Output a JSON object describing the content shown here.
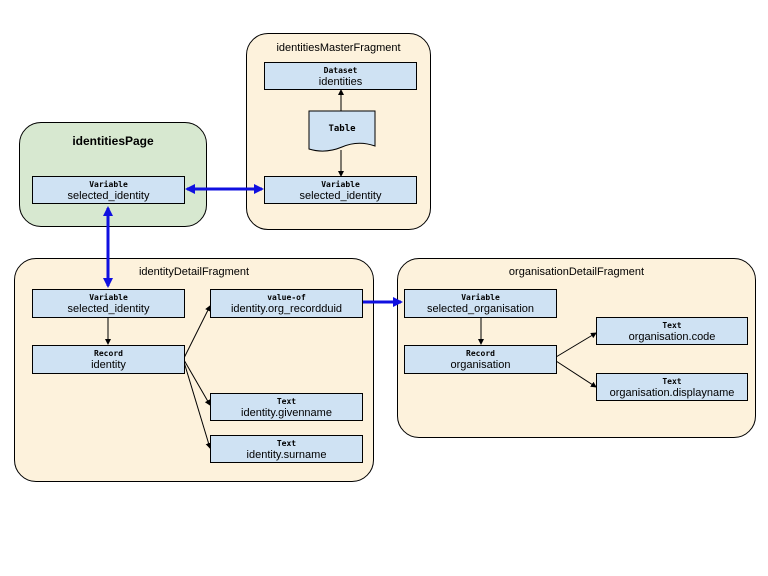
{
  "panels": {
    "master": "identitiesMasterFragment",
    "page": "identitiesPage",
    "detail": "identityDetailFragment",
    "org": "organisationDetailFragment"
  },
  "nodes": {
    "dataset": {
      "kind": "Dataset",
      "value": "identities"
    },
    "table": {
      "kind": "Table"
    },
    "master_var": {
      "kind": "Variable",
      "value": "selected_identity"
    },
    "page_var": {
      "kind": "Variable",
      "value": "selected_identity"
    },
    "detail_var": {
      "kind": "Variable",
      "value": "selected_identity"
    },
    "value_of": {
      "kind": "value-of",
      "value": "identity.org_recordduid"
    },
    "record": {
      "kind": "Record",
      "value": "identity"
    },
    "givenname": {
      "kind": "Text",
      "value": "identity.givenname"
    },
    "surname": {
      "kind": "Text",
      "value": "identity.surname"
    },
    "org_var": {
      "kind": "Variable",
      "value": "selected_organisation"
    },
    "org_record": {
      "kind": "Record",
      "value": "organisation"
    },
    "org_code": {
      "kind": "Text",
      "value": "organisation.code"
    },
    "org_name": {
      "kind": "Text",
      "value": "organisation.displayname"
    }
  },
  "colors": {
    "binding_arrow": "#1010e0",
    "node_fill": "#cfe2f3",
    "panel_tan": "#fdf2dc",
    "panel_green": "#d7e8d0"
  }
}
